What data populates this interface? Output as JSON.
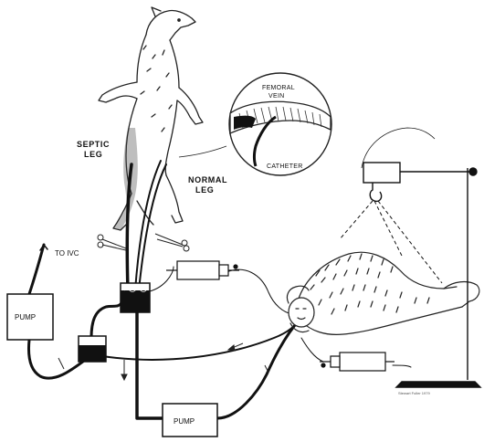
{
  "labels": {
    "septic_leg_line1": "SEPTIC",
    "septic_leg_line2": "LEG",
    "normal_leg_line1": "NORMAL",
    "normal_leg_line2": "LEG",
    "femoral_vein_line1": "FEMORAL",
    "femoral_vein_line2": "VEIN",
    "catheter": "CATHETER",
    "to_ivc": "TO IVC",
    "pump_left": "PUMP",
    "pump_bottom": "PUMP",
    "artist_credit": "Stewart Fuller 1979"
  },
  "icons": [
    "dog-figure",
    "monkey-figure",
    "femoral-vein-inset",
    "syringe-pump",
    "reservoir",
    "ring-stand",
    "forceps"
  ]
}
